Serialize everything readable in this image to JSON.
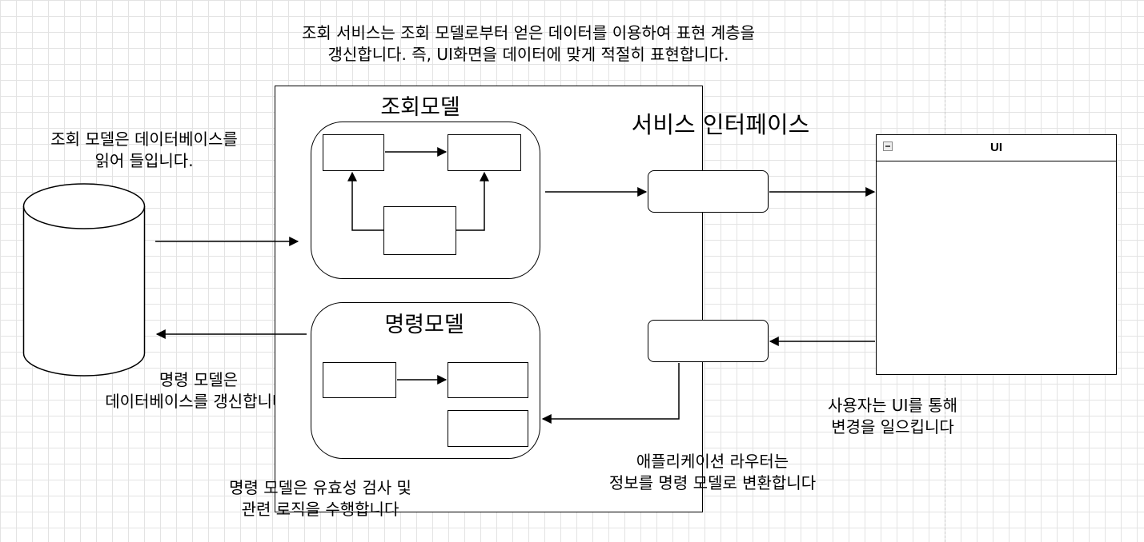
{
  "top_caption": {
    "line1": "조회 서비스는 조회 모델로부터 얻은 데이터를 이용하여 표현 계층을",
    "line2": "갱신합니다. 즉, UI화면을 데이터에 맞게 적절히 표현합니다."
  },
  "db_caption": {
    "line1": "조회 모델은 데이터베이스를",
    "line2": "읽어 들입니다."
  },
  "command_db_caption": {
    "line1": "명령 모델은",
    "line2": "데이터베이스를 갱신합니다."
  },
  "query_model": {
    "title": "조회모델"
  },
  "command_model": {
    "title": "명령모델"
  },
  "service_interface": {
    "label": "서비스 인터페이스"
  },
  "ui_window": {
    "title": "UI"
  },
  "user_caption": {
    "line1": "사용자는 UI를 통해",
    "line2": "변경을 일으킵니다"
  },
  "router_caption": {
    "line1": "애플리케이션 라우터는",
    "line2": "정보를 명령 모델로 변환합니다"
  },
  "validation_caption": {
    "line1": "명령 모델은 유효성 검사 및",
    "line2": "관련 로직을 수행합니다"
  }
}
